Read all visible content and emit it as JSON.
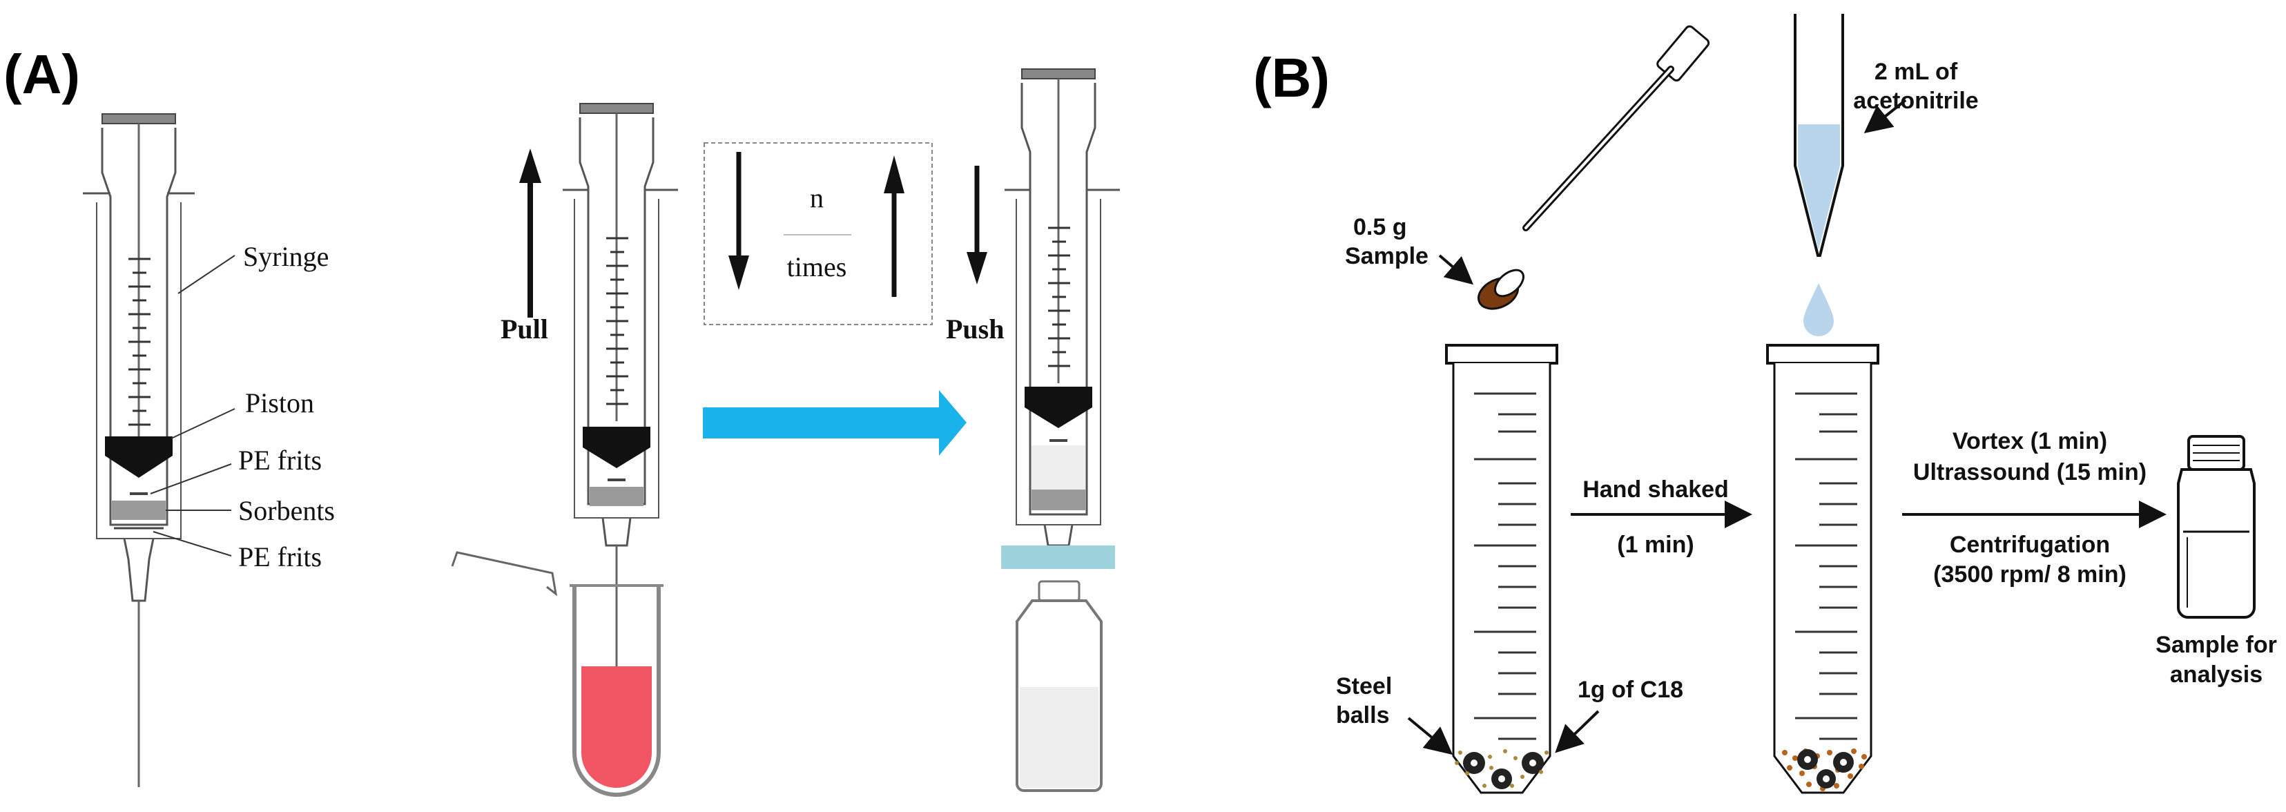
{
  "panels": {
    "a": {
      "label": "(A)",
      "syringe_labels": {
        "syringe": "Syringe",
        "piston": "Piston",
        "pe_frits_top": "PE frits",
        "sorbents": "Sorbents",
        "pe_frits_bottom": "PE frits"
      },
      "pull_label": "Pull",
      "push_label": "Push",
      "cycle_box": {
        "top": "n",
        "bottom": "times"
      }
    },
    "b": {
      "label": "(B)",
      "sample_label": {
        "line1": "0.5 g",
        "line2": "Sample"
      },
      "solvent_label": {
        "line1": "2 mL of",
        "line2": "acetonitrile"
      },
      "steel_balls_label": {
        "line1": "Steel",
        "line2": "balls"
      },
      "c18_label": "1g of C18",
      "step1": {
        "line1": "Hand shaked",
        "line2": "(1 min)"
      },
      "step2": {
        "line1": "Vortex (1 min)",
        "line2": "Ultrassound (15 min)",
        "line3": "Centrifugation",
        "line4": "(3500 rpm/ 8 min)"
      },
      "final_label": {
        "line1": "Sample for",
        "line2": "analysis"
      }
    }
  },
  "colors": {
    "sample_red": "#f25564",
    "arrow_blue": "#1ab2ea",
    "filter_blue": "#9ed2dd",
    "acetonitrile_blue": "#b9d5ec",
    "sample_brown": "#7a3b10",
    "sorbent_gray": "#9a9a9a"
  }
}
